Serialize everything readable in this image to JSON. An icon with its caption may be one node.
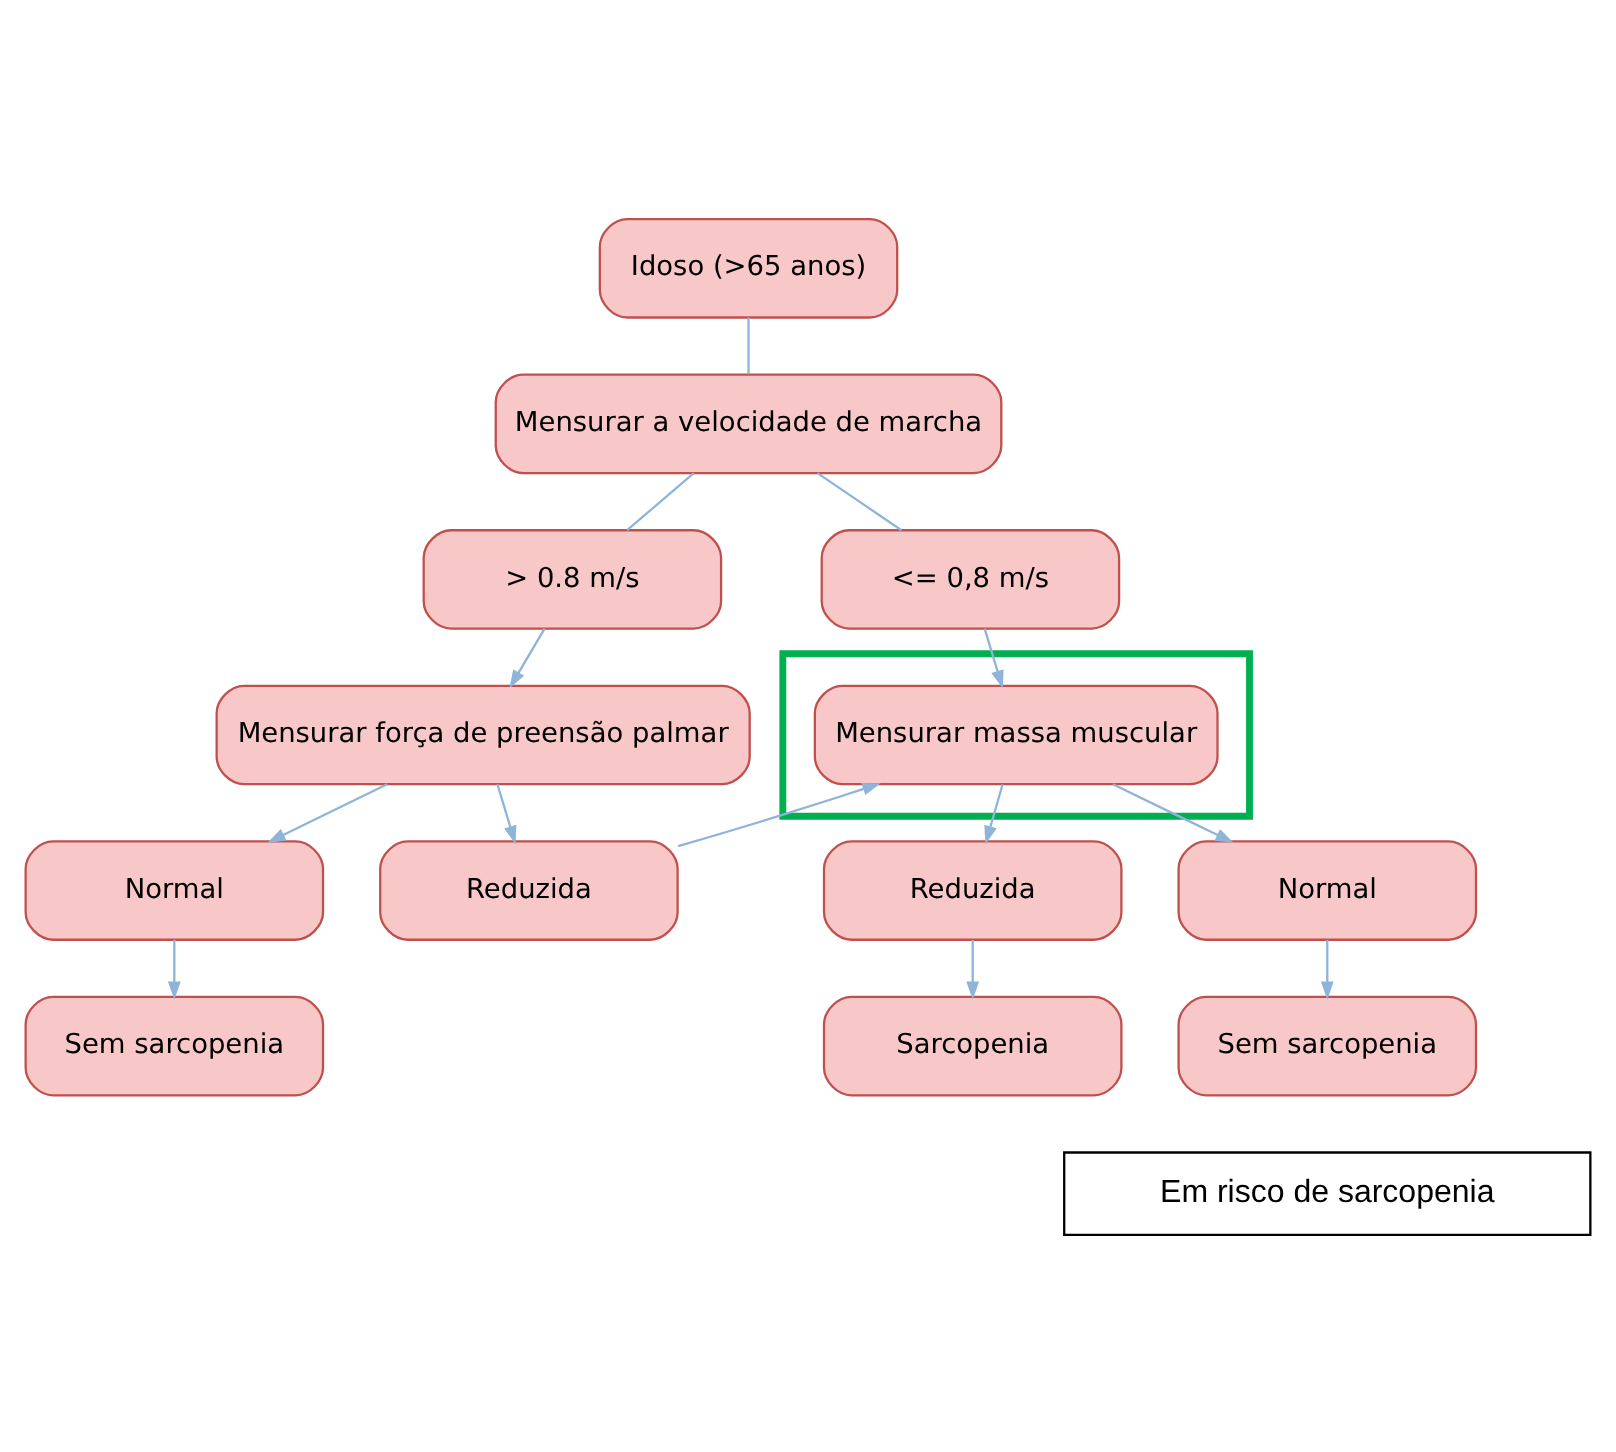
{
  "diagram": {
    "nodes": [
      {
        "text": [
          "Idoso (>65 anos)"
        ]
      },
      {
        "text": [
          "Mensurar a velocidade de marcha"
        ]
      },
      {
        "text": [
          "> 0.8 m/s"
        ]
      },
      {
        "text": [
          "<= 0,8 m/s"
        ]
      },
      {
        "text": [
          "Mensurar força de preensão palmar"
        ]
      },
      {
        "text": [],
        "shape": "box"
      },
      {
        "text": [
          "Mensurar massa muscular"
        ],
        "in": 5
      },
      {
        "text": [
          "Normal"
        ]
      },
      {
        "text": [
          "Reduzida"
        ]
      },
      {
        "text": [
          "Reduzida"
        ]
      },
      {
        "text": [
          "Normal"
        ]
      },
      {
        "text": [
          "Sem sarcopenia"
        ]
      },
      {
        "text": [
          "Sarcopenia"
        ]
      },
      {
        "text": [
          "Sem sarcopenia"
        ]
      },
      {
        "text": [
          "Em risco de sarcopenia"
        ]
      }
    ],
    "edges": [
      {
        "from": 0,
        "to": 1,
        "arrow": "none"
      },
      {
        "from": 1,
        "to": 2,
        "arrow": "none"
      },
      {
        "from": 1,
        "to": 3,
        "arrow": "none"
      },
      {
        "from": 2,
        "to": 4,
        "arrow": "to"
      },
      {
        "from": 3,
        "to": 6,
        "arrow": "to"
      },
      {
        "from": 4,
        "to": 7,
        "arrow": "to"
      },
      {
        "from": 4,
        "to": 8,
        "arrow": "to"
      },
      {
        "from": 8,
        "to": 6,
        "arrow": "to"
      },
      {
        "from": 6,
        "to": 9,
        "arrow": "to"
      },
      {
        "from": 6,
        "to": 10,
        "arrow": "to"
      },
      {
        "from": 7,
        "to": 11,
        "arrow": "to"
      },
      {
        "from": 9,
        "to": 12,
        "arrow": "to"
      },
      {
        "from": 10,
        "to": 13,
        "arrow": "to"
      }
    ]
  }
}
